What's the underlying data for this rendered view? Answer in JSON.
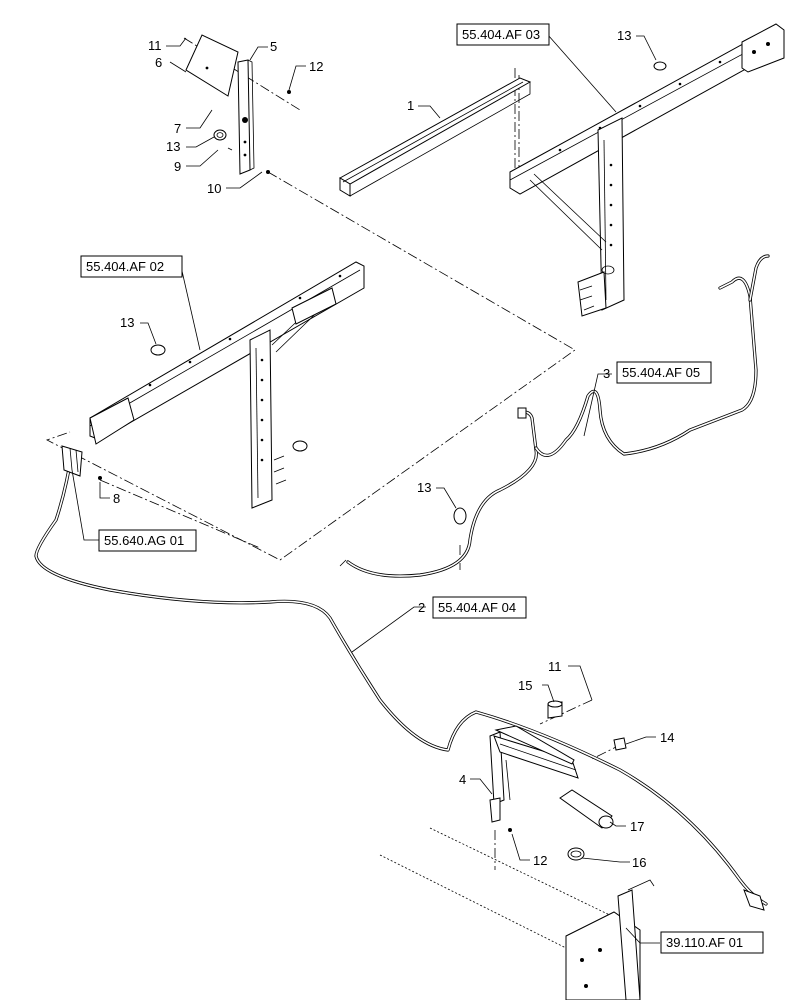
{
  "references": {
    "ref_af03": "55.404.AF 03",
    "ref_af02": "55.404.AF 02",
    "ref_af05": "55.404.AF 05",
    "ref_ag01": "55.640.AG 01",
    "ref_af04": "55.404.AF 04",
    "ref_110af01": "39.110.AF 01"
  },
  "callouts": {
    "c11_top": "11",
    "c6": "6",
    "c5": "5",
    "c12_top": "12",
    "c7": "7",
    "c13_left": "13",
    "c9": "9",
    "c10": "10",
    "c1": "1",
    "c13_topright": "13",
    "c13_mid": "13",
    "c3": "3",
    "c8": "8",
    "c13_low": "13",
    "c2": "2",
    "c11_low": "11",
    "c15": "15",
    "c14": "14",
    "c4": "4",
    "c17": "17",
    "c12_low": "12",
    "c16": "16"
  }
}
